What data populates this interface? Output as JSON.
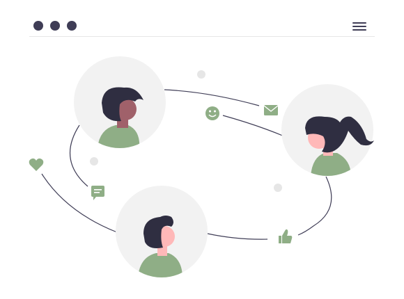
{
  "window": {
    "controls": [
      "dot",
      "dot",
      "dot"
    ],
    "menu_icon": "hamburger-menu-icon"
  },
  "illustration": {
    "people": [
      {
        "name": "person-top-left",
        "avatar": "man-avatar"
      },
      {
        "name": "person-right",
        "avatar": "woman-avatar"
      },
      {
        "name": "person-bottom",
        "avatar": "man-avatar"
      }
    ],
    "icons": [
      "smiley-icon",
      "envelope-icon",
      "heart-icon",
      "chat-bubble-icon",
      "thumbs-up-icon"
    ],
    "colors": {
      "accent": "#8fae86",
      "dark": "#2f2e41",
      "circle": "#f2f2f2",
      "skin_dark": "#a0616a",
      "skin_light": "#ffb8b8",
      "dot_light": "#e6e6e6",
      "line": "#3f3d56"
    }
  }
}
